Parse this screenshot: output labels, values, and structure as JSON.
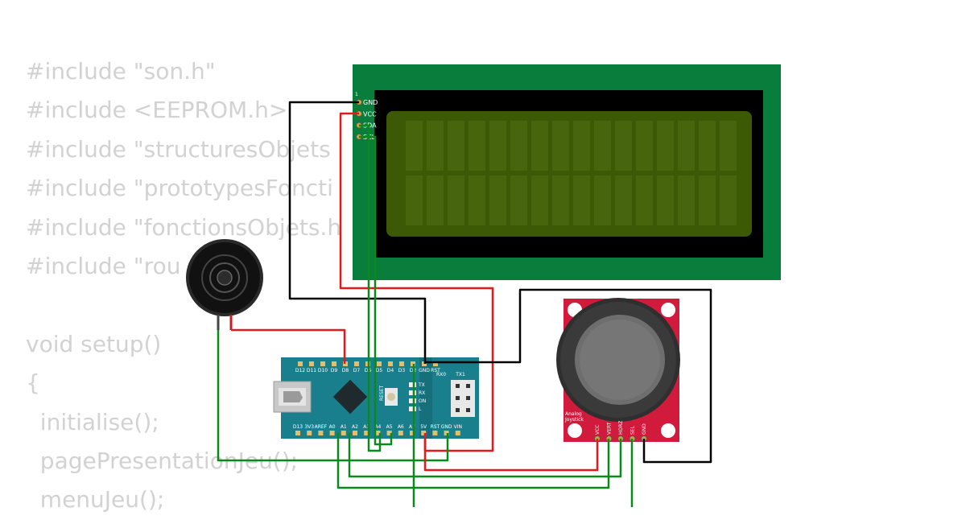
{
  "code_lines": [
    "#include \"son.h\"",
    "#include <EEPROM.h>",
    "#include \"structuresObjets",
    "#include \"prototypesFoncti",
    "#include \"fonctionsObjets.h",
    "#include \"rou      h\"",
    "",
    "void setup()",
    "{",
    "  initialise();",
    "  pagePresentationJeu();",
    "  menuJeu();"
  ],
  "lcd": {
    "pin_marker": "1",
    "pins": [
      "GND",
      "VCC",
      "SDA",
      "SCL"
    ],
    "colors": {
      "board": "#087d3c",
      "bezel": "#000000",
      "screen": "#3c5a05",
      "cell": "#46650c"
    }
  },
  "nano": {
    "top_pins": [
      "D12",
      "D11",
      "D10",
      "D9",
      "D8",
      "D7",
      "D6",
      "D5",
      "D4",
      "D3",
      "D2",
      "GND",
      "RST",
      "RX0",
      "TX1"
    ],
    "bottom_pins": [
      "D13",
      "3V3",
      "AREF",
      "A0",
      "A1",
      "A2",
      "A3",
      "A4",
      "A5",
      "A6",
      "A7",
      "5V",
      "RST",
      "GND",
      "VIN"
    ],
    "leds": [
      "TX",
      "RX",
      "ON",
      "L"
    ],
    "reset_label": "RESET",
    "colors": {
      "board": "#1a7f8c"
    }
  },
  "joystick": {
    "label_line1": "Analog",
    "label_line2": "Joystick",
    "pins": [
      "VCC",
      "VERT",
      "HORZ",
      "SEL",
      "GND"
    ],
    "colors": {
      "board": "#d21a3c"
    }
  },
  "buzzer": {
    "icon": "buzzer-icon"
  },
  "wires": {
    "gnd": "#000000",
    "power": "#e31a1a",
    "signal": "#0b8a1c"
  }
}
